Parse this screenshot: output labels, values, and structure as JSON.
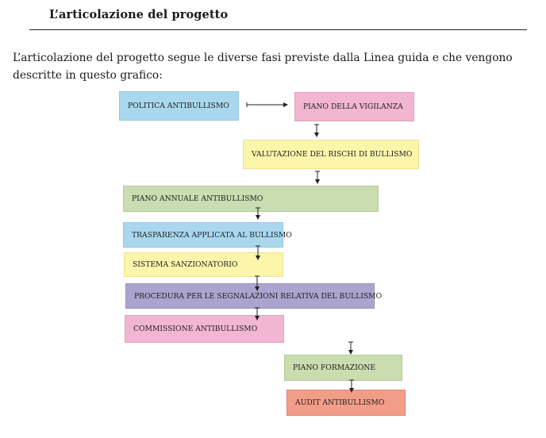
{
  "document": {
    "heading": "L’articolazione del progetto",
    "intro": "L’articolazione del progetto segue le diverse fasi previste dalla Linea guida e che vengono descritte in questo grafico:"
  },
  "diagram": {
    "nodes": [
      {
        "id": "politica",
        "label": "POLITICA ANTIBULLISMO",
        "color": "#a9d8ee"
      },
      {
        "id": "vigilanza",
        "label": "PIANO DELLA VIGILANZA",
        "color": "#f2b6d2"
      },
      {
        "id": "valutazione",
        "label": "VALUTAZIONE DEL RISCHI DI BULLISMO",
        "color": "#fbf6aa"
      },
      {
        "id": "piano-annuale",
        "label": "PIANO ANNUALE ANTIBULLISMO",
        "color": "#c9ddb0"
      },
      {
        "id": "trasparenza",
        "label": "TRASPARENZA APPLICATA AL BULLISMO",
        "color": "#a9d8ee"
      },
      {
        "id": "sanzionatorio",
        "label": "SISTEMA SANZIONATORIO",
        "color": "#fbf6aa"
      },
      {
        "id": "procedura",
        "label": "PROCEDURA PER LE SEGNALAZIONI RELATIVA DEL BULLISMO",
        "color": "#aba4cf"
      },
      {
        "id": "commissione",
        "label": "COMMISSIONE ANTIBULLISMO",
        "color": "#f2b6d2"
      },
      {
        "id": "formazione",
        "label": "PIANO FORMAZIONE",
        "color": "#c9ddb0"
      },
      {
        "id": "audit",
        "label": "AUDIT ANTIBULLISMO",
        "color": "#f19d88"
      }
    ]
  }
}
